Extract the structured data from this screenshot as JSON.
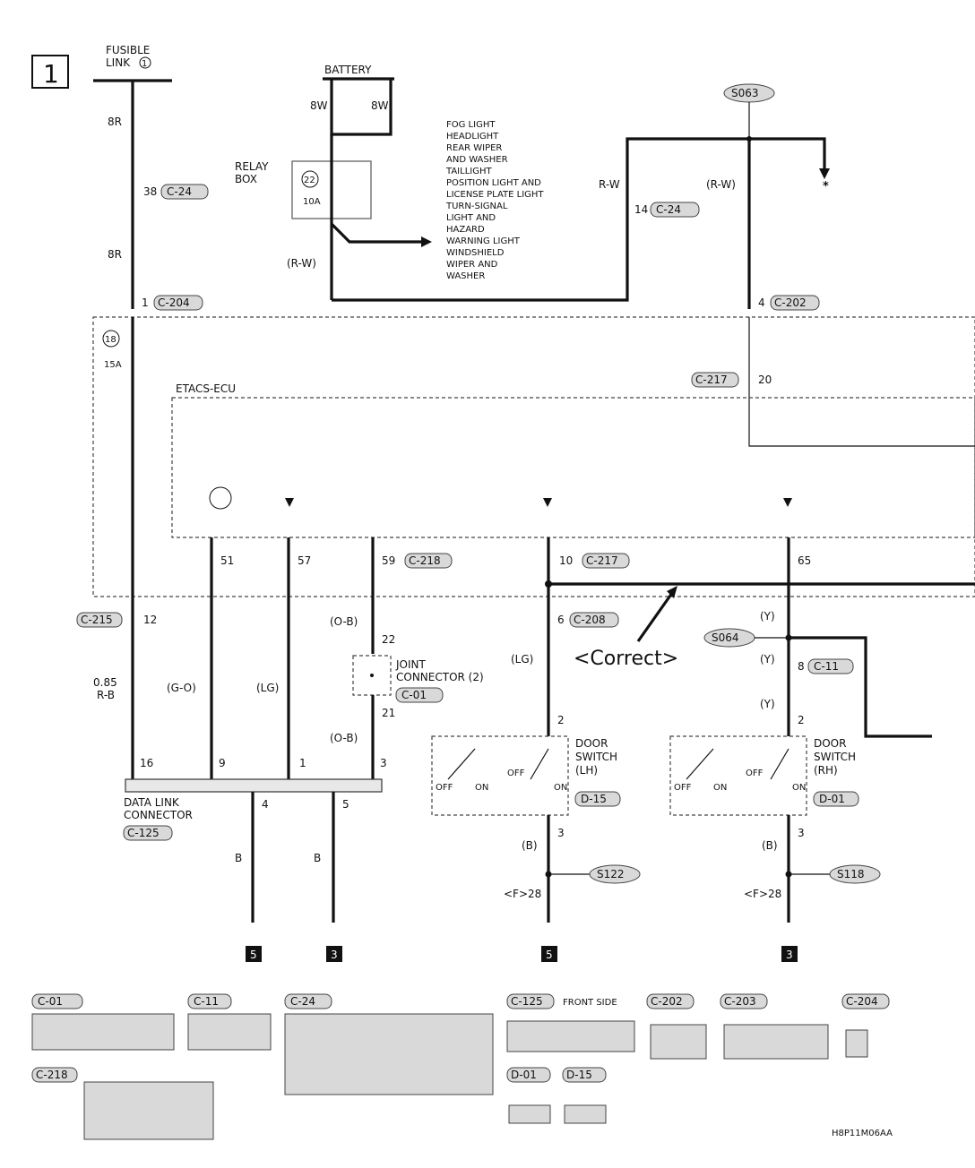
{
  "page_number": "1",
  "fusible_link": {
    "line1": "FUSIBLE",
    "line2": "LINK",
    "number": "1"
  },
  "battery": "BATTERY",
  "battery_wires": {
    "left": "8W",
    "right": "8W"
  },
  "relay_box": {
    "line1": "RELAY",
    "line2": "BOX",
    "fuse_no": "22",
    "fuse_rating": "10A"
  },
  "relay_feeds": [
    "FOG LIGHT",
    "HEADLIGHT",
    "REAR WIPER",
    "AND WASHER",
    "TAILLIGHT",
    "POSITION LIGHT AND",
    "LICENSE PLATE LIGHT",
    "TURN-SIGNAL",
    "LIGHT AND",
    "HAZARD",
    "WARNING LIGHT",
    "WINDSHIELD",
    "WIPER AND",
    "WASHER"
  ],
  "wire_colors": {
    "w8r_top": "8R",
    "w8r_mid": "8R",
    "rw_left": "(R-W)",
    "rw_mid": "R-W",
    "rw_right": "(R-W)",
    "go": "(G-O)",
    "lg1": "(LG)",
    "ob1": "(O-B)",
    "ob2": "(O-B)",
    "lg2": "(LG)",
    "y1": "(Y)",
    "y2": "(Y)",
    "y3": "(Y)",
    "b1": "(B)",
    "b2": "(B)",
    "b3": "B",
    "b4": "B",
    "rb_gauge": "0.85",
    "rb_color": "R-B"
  },
  "connectors": {
    "c24a_pin": "38",
    "c24a": "C-24",
    "c24b_pin": "14",
    "c24b": "C-24",
    "c204_pin": "1",
    "c204": "C-204",
    "c202_pin": "4",
    "c202": "C-202",
    "c217a": "C-217",
    "c217a_pin": "20",
    "pin51": "51",
    "pin57": "57",
    "pin59": "59",
    "c218": "C-218",
    "pin10": "10",
    "c217b": "C-217",
    "pin65": "65",
    "c215": "C-215",
    "c215_pin": "12",
    "pin6": "6",
    "c208": "C-208",
    "pin22": "22",
    "pin21": "21",
    "pin8": "8",
    "c211": "C-11",
    "pin2a": "2",
    "pin2b": "2",
    "pin16": "16",
    "pin9": "9",
    "pin1": "1",
    "pin3": "3",
    "pin4": "4",
    "pin5": "5",
    "pin3a": "3",
    "pin3b": "3",
    "pin28a": "<F>28",
    "pin28b": "<F>28"
  },
  "fuse": {
    "number": "18",
    "rating": "15A"
  },
  "splices": {
    "s063": "S063",
    "s064": "S064",
    "s122": "S122",
    "s118": "S118"
  },
  "etacs": "ETACS-ECU",
  "joint_connector": {
    "line1": "JOINT",
    "line2": "CONNECTOR (2)",
    "id": "C-01"
  },
  "annotation": "<Correct>",
  "door_switch_lh": {
    "line1": "DOOR",
    "line2": "SWITCH",
    "line3": "(LH)",
    "id": "D-15",
    "off": "OFF",
    "on": "ON"
  },
  "door_switch_rh": {
    "line1": "DOOR",
    "line2": "SWITCH",
    "line3": "(RH)",
    "id": "D-01",
    "off": "OFF",
    "on": "ON"
  },
  "data_link": {
    "line1": "DATA LINK",
    "line2": "CONNECTOR",
    "id": "C-125"
  },
  "ground_refs": [
    "5",
    "3",
    "5",
    "3"
  ],
  "asterisk": "*",
  "views": {
    "c01": "C-01",
    "c11": "C-11",
    "c24": "C-24",
    "c125": "C-125",
    "c125_side": "FRONT\nSIDE",
    "c202": "C-202",
    "c203": "C-203",
    "c204": "C-204",
    "c218": "C-218",
    "d01": "D-01",
    "d15": "D-15"
  },
  "figure_code": "H8P11M06AA"
}
